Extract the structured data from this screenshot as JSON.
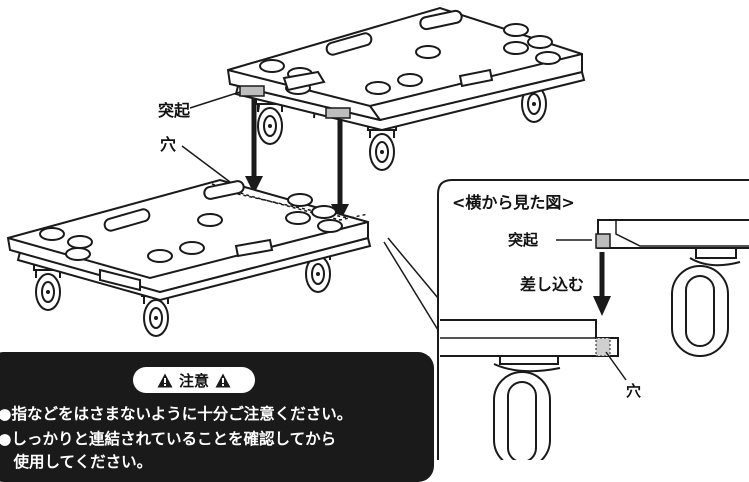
{
  "labels": {
    "protrusion": "突起",
    "hole": "穴",
    "side_view_title": "<横から見た図>",
    "side_protrusion": "突起",
    "insert": "差し込む",
    "side_hole": "穴"
  },
  "caution": {
    "title": "注意",
    "lines": [
      "●指などをはさまないように十分ご注意ください。",
      "●しっかりと連結されていることを確認してから",
      "　使用してください。"
    ]
  },
  "colors": {
    "ink": "#1a1a1a",
    "protrusion_gray": "#bdbdbd",
    "caution_bg": "#1a1a1a"
  }
}
